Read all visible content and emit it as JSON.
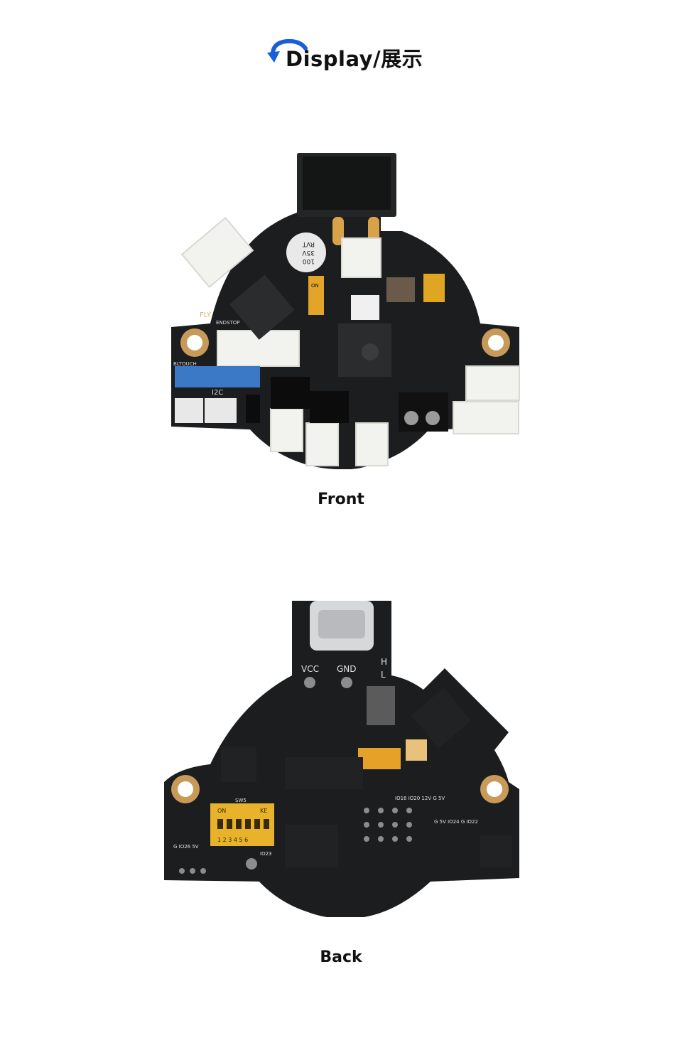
{
  "header": {
    "title": "Display/展示",
    "icon": "refresh-arrow-icon",
    "accent_color": "#1a5fd6"
  },
  "front": {
    "caption": "Front",
    "silkscreen": {
      "brand": "FLY",
      "endstop": "ENDSTOP",
      "bltouch": "BLTOUCH",
      "i2c": "I2C",
      "switch": "ON",
      "capacitor": [
        "100",
        "35V",
        "RVT"
      ]
    }
  },
  "back": {
    "caption": "Back",
    "silkscreen": {
      "vcc": "VCC",
      "gnd": "GND",
      "h": "H",
      "l": "L",
      "sw5": "SW5",
      "dip_on": "ON",
      "dip_ke": "KE",
      "dip_numbers": "1 2 3 4 5 6",
      "pins_top": "IO16 IO20 12V  G  5V",
      "pins_mid": "G  5V  IO24  G  IO22",
      "pins_left": "G  IO26  5V",
      "io23": "IO23"
    }
  }
}
